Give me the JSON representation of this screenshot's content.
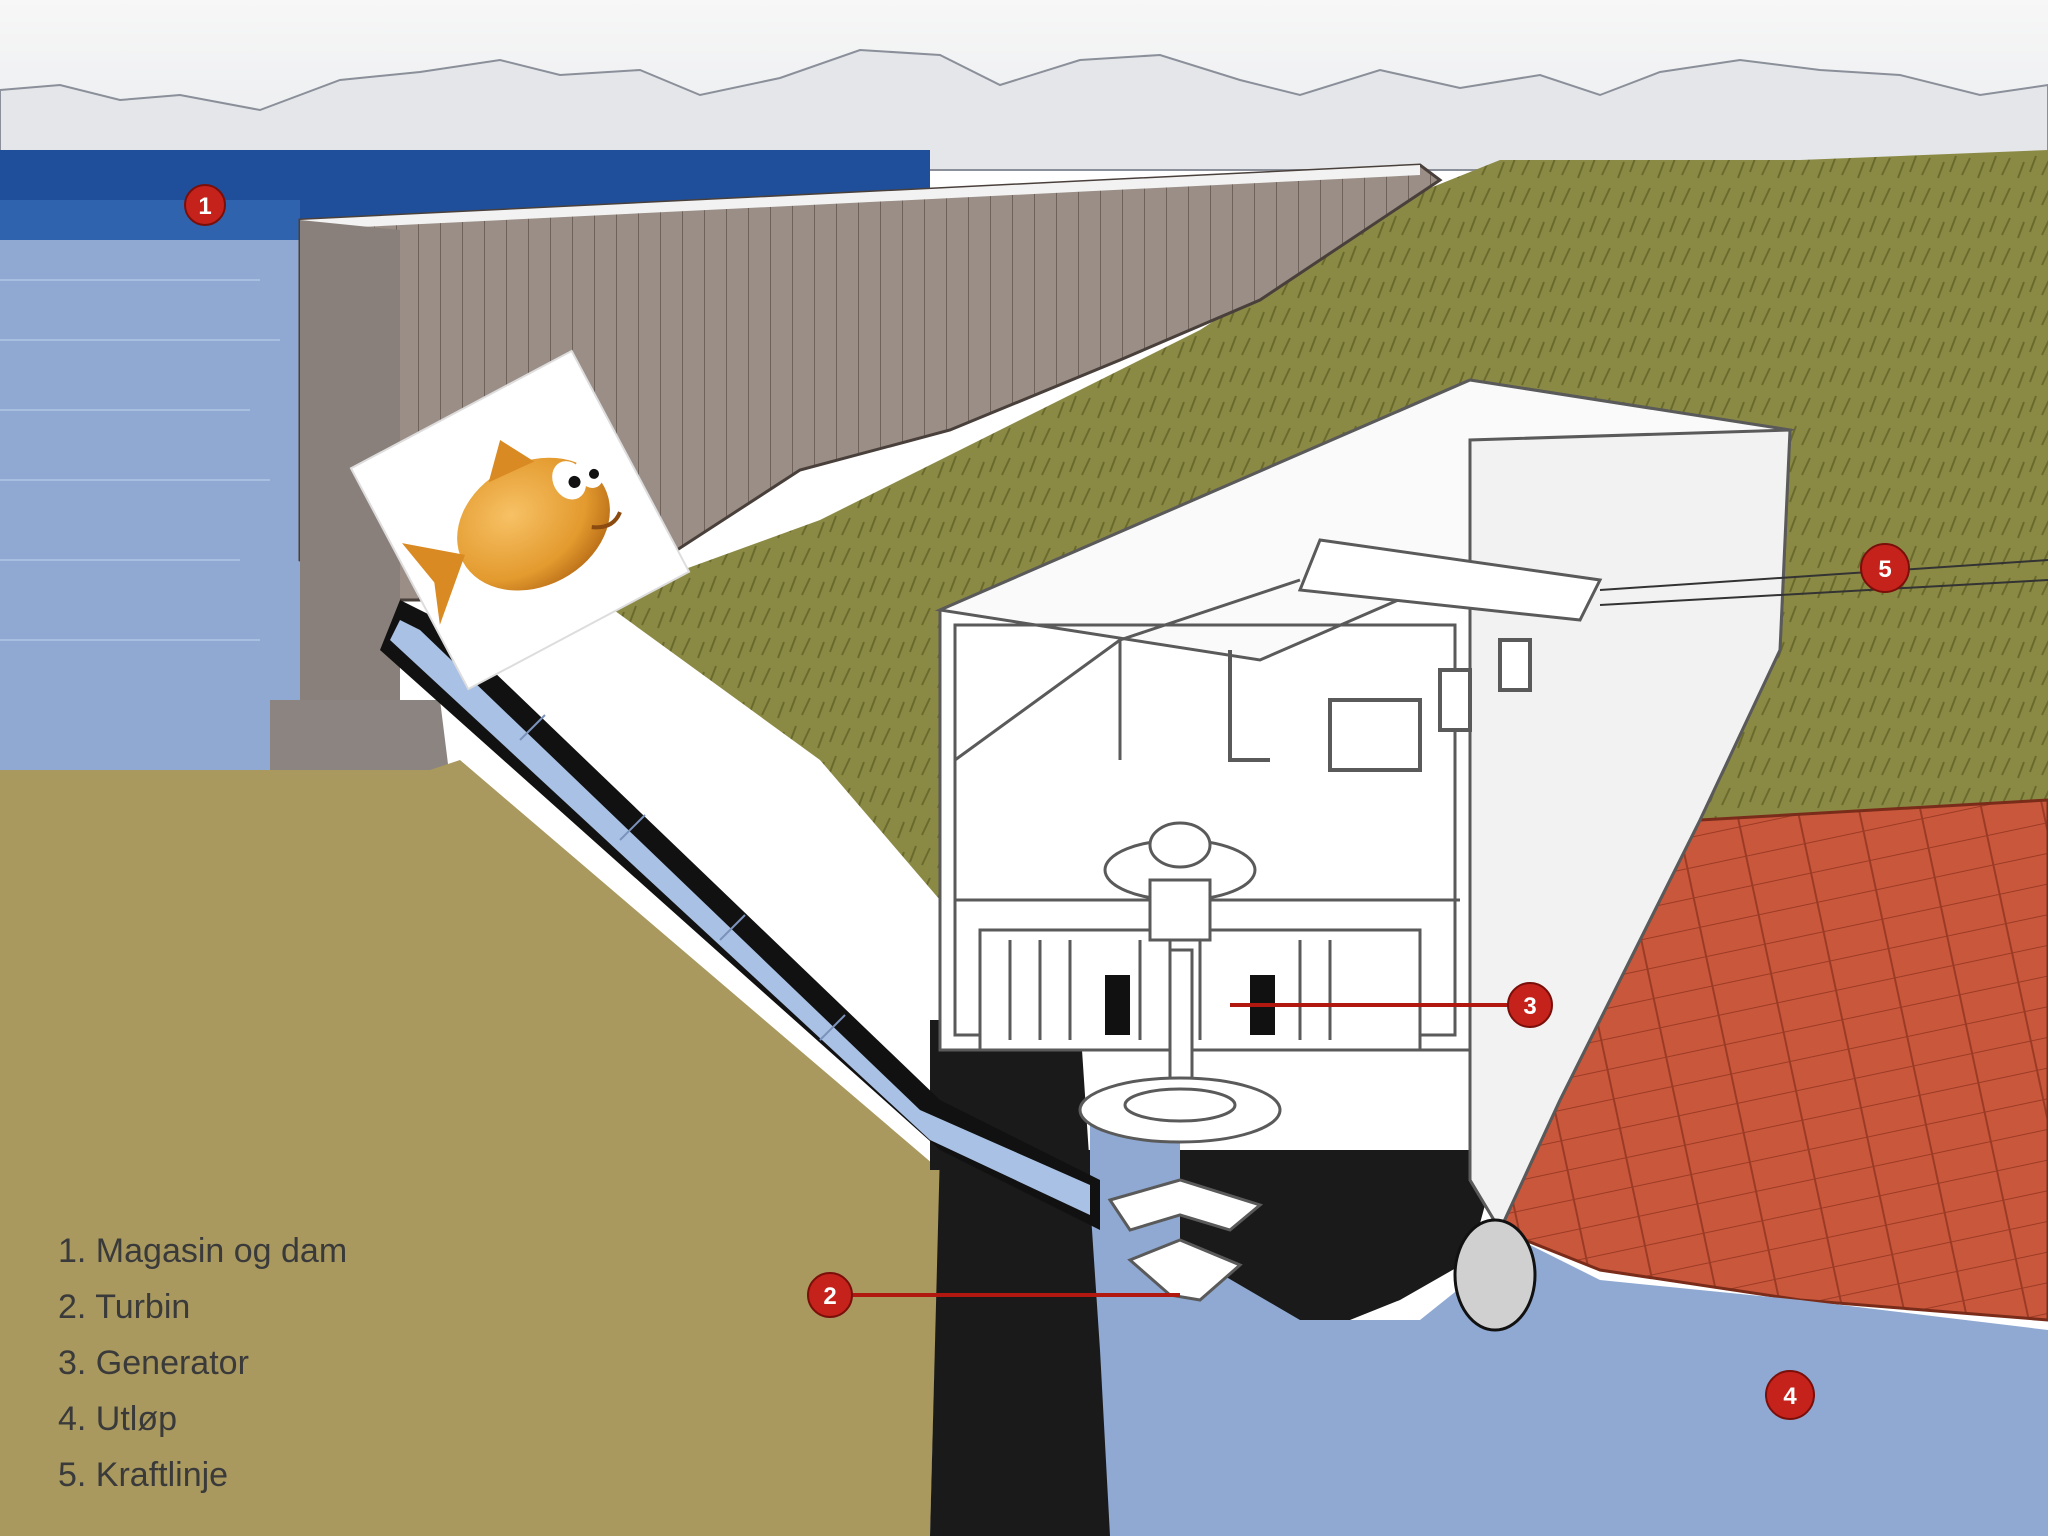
{
  "diagram": {
    "legend": [
      "1. Magasin og dam",
      "2. Turbin",
      "3. Generator",
      "4. Utløp",
      "5. Kraftlinje"
    ],
    "markers": [
      "1",
      "2",
      "3",
      "4",
      "5"
    ],
    "colors": {
      "sky": "#f2f3f4",
      "reservoir_water": "#8fa9d2",
      "reservoir_surface": "#1f4f9a",
      "dam": "#9a8e86",
      "hill": "#8b8a45",
      "ground": "#a9995f",
      "red_ground": "#c9573c",
      "powerhouse": "#ffffff",
      "pipe_water": "#a9c1e4",
      "marker_red": "#c5221c",
      "fish": "#e39a2e"
    },
    "icons": [
      "fish-sticker-icon"
    ]
  }
}
